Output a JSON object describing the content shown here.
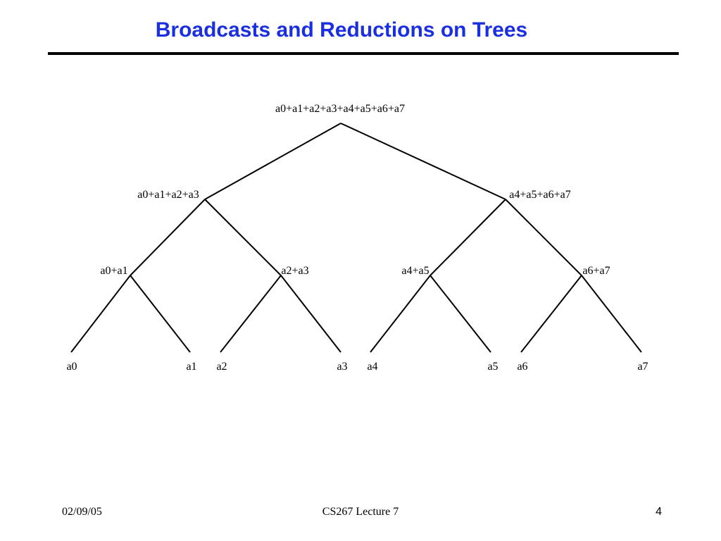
{
  "slide": {
    "title": "Broadcasts and Reductions on Trees"
  },
  "tree": {
    "root": "a0+a1+a2+a3+a4+a5+a6+a7",
    "level1": [
      "a0+a1+a2+a3",
      "a4+a5+a6+a7"
    ],
    "level2": [
      "a0+a1",
      "a2+a3",
      "a4+a5",
      "a6+a7"
    ],
    "leaves": [
      "a0",
      "a1",
      "a2",
      "a3",
      "a4",
      "a5",
      "a6",
      "a7"
    ]
  },
  "footer": {
    "date": "02/09/05",
    "course": "CS267 Lecture 7",
    "page": "4"
  }
}
